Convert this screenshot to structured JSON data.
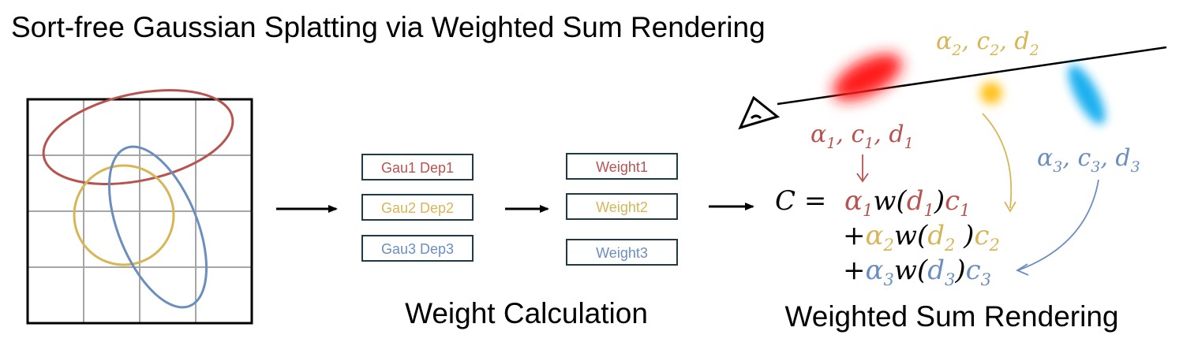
{
  "title": "Sort-free Gaussian Splatting via Weighted Sum Rendering",
  "colors": {
    "red": "#b85450",
    "yellow": "#d6b656",
    "blue": "#6c8ebf",
    "grid": "#a6a6a6",
    "frame": "#000000",
    "box_border": "#1f3a44"
  },
  "input_boxes": [
    "Gau1 Dep1",
    "Gau2 Dep2",
    "Gau3 Dep3"
  ],
  "weight_boxes": [
    "Weight1",
    "Weight2",
    "Weight3"
  ],
  "section_labels": {
    "weight_calculation": "Weight Calculation",
    "weighted_sum_rendering": "Weighted Sum Rendering"
  },
  "gaussian_labels": [
    {
      "alpha": "α",
      "c": "c",
      "d": "d",
      "index": "1",
      "color": "red"
    },
    {
      "alpha": "α",
      "c": "c",
      "d": "d",
      "index": "2",
      "color": "yellow"
    },
    {
      "alpha": "α",
      "c": "c",
      "d": "d",
      "index": "3",
      "color": "blue"
    }
  ],
  "equation": {
    "lhs": "C =",
    "plus": "+",
    "weight_fn": "w",
    "terms": [
      {
        "alpha": "α",
        "index": "1",
        "d": "d",
        "c": "c"
      },
      {
        "alpha": "α",
        "index": "2",
        "d": "d",
        "c": "c"
      },
      {
        "alpha": "α",
        "index": "3",
        "d": "d",
        "c": "c"
      }
    ]
  },
  "splats": [
    {
      "name": "red-splat",
      "color": "#ff1a1a"
    },
    {
      "name": "yellow-splat",
      "color": "#ffc21a"
    },
    {
      "name": "blue-splat",
      "color": "#1ab0f0"
    }
  ]
}
